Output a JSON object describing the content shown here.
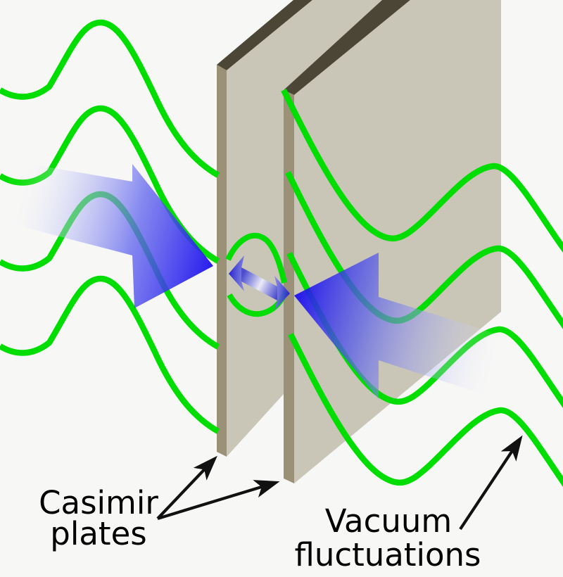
{
  "title": "Casimir effect diagram",
  "labels": {
    "plates_label": {
      "line1": "Casimir",
      "line2": "plates"
    },
    "fluctuations_label": {
      "line1": "Vacuum",
      "line2": "fluctuations"
    }
  },
  "diagram": {
    "left_wave_count": 4,
    "right_wave_count": 4,
    "standing_wave_between_plates": 1,
    "inward_force_arrows": 2,
    "outward_pressure_arrow": 1
  },
  "colors": {
    "background": "#f7f7f5",
    "plate_face": "#c9c5b7",
    "plate_edge": "#9a9176",
    "plate_top_bevel": "#4b4636",
    "wave_green": "#00dd00",
    "arrow_blue_deep": "#1c10ee",
    "arrow_blue_mid": "#6468ee",
    "arrow_blue_light": "#b6baf4",
    "label_text": "#000000",
    "label_arrow": "#111111"
  }
}
